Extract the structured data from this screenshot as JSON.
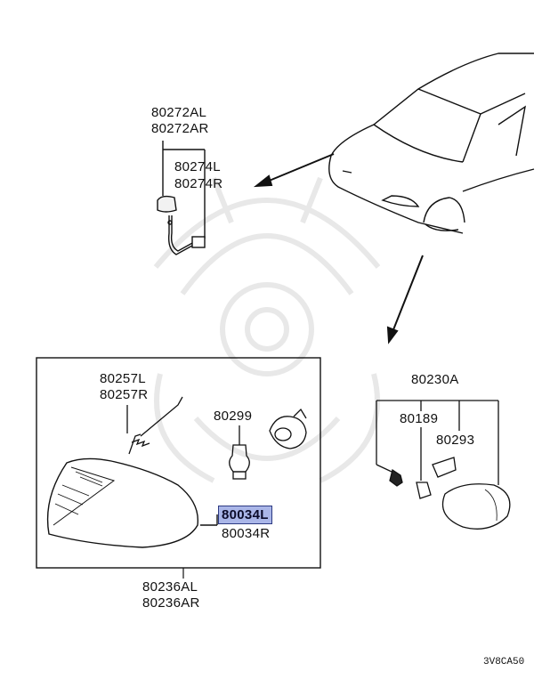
{
  "labels": {
    "turn_signal_sub_left": "80272AL",
    "turn_signal_sub_right": "80272AR",
    "socket_left": "80274L",
    "socket_right": "80274R",
    "spring_left": "80257L",
    "spring_right": "80257R",
    "bulb": "80299",
    "lens_left": "80034L",
    "lens_right": "80034R",
    "lamp_assy_left": "80236AL",
    "lamp_assy_right": "80236AR",
    "side_marker": "80230A",
    "screw": "80189",
    "bracket": "80293"
  },
  "diagram_code": "3V8CA50",
  "highlighted_part": "80034L",
  "colors": {
    "highlight_fill": "#aab6e8",
    "highlight_border": "#2c3a82",
    "line": "#111111",
    "watermark": "#e6e6e6"
  }
}
